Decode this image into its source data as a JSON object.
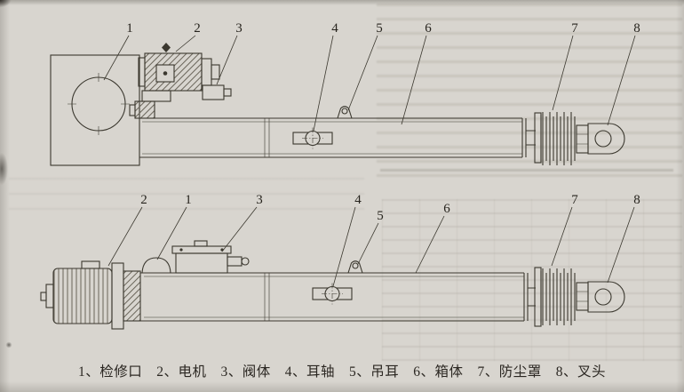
{
  "colors": {
    "paper": "#d8d5cf",
    "ink": "#3b382f"
  },
  "legend": {
    "items": [
      "1、检修口",
      "2、电机",
      "3、阀体",
      "4、耳轴",
      "5、吊耳",
      "6、箱体",
      "7、防尘罩",
      "8、叉头"
    ]
  },
  "views": {
    "top": {
      "callouts": [
        "1",
        "2",
        "3",
        "4",
        "5",
        "6",
        "7",
        "8"
      ]
    },
    "bottom": {
      "callouts": [
        "2",
        "1",
        "3",
        "4",
        "5",
        "6",
        "7",
        "8"
      ]
    }
  }
}
